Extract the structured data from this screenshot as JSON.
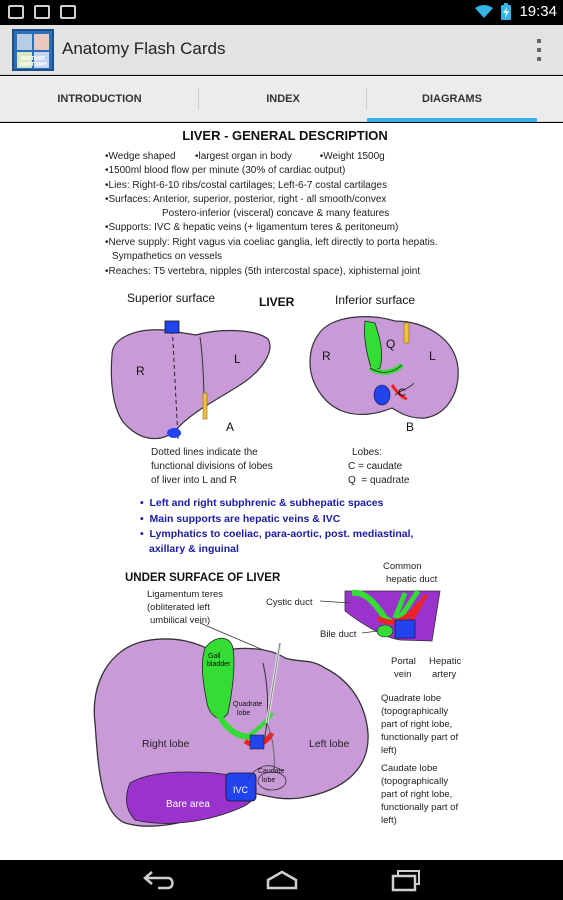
{
  "status": {
    "time": "19:34"
  },
  "app": {
    "title": "Anatomy Flash Cards",
    "icon_label": "INSTANT ANATOMY"
  },
  "tabs": [
    {
      "label": "INTRODUCTION"
    },
    {
      "label": "INDEX"
    },
    {
      "label": "DIAGRAMS",
      "active": true
    }
  ],
  "diagram": {
    "title": "LIVER - GENERAL DESCRIPTION",
    "bullets": [
      "•Wedge shaped       •largest organ in body          •Weight 1500g",
      "•1500ml blood flow per minute (30% of cardiac output)",
      "•Lies: Right-6-10 ribs/costal cartilages; Left-6-7 costal cartilages",
      "•Surfaces: Anterior, superior, posterior, right - all smooth/convex",
      "Postero-inferior (visceral) concave & many features",
      "•Supports: IVC & hepatic veins (+ ligamentum teres & peritoneum)",
      "•Nerve supply: Right vagus via coeliac ganglia, left directly to porta hepatis.",
      "Sympathetics on vessels",
      "•Reaches: T5 vertebra, nipples (5th intercostal space), xiphisternal joint"
    ],
    "fig1": {
      "superior_surface": "Superior surface",
      "liver": "LIVER",
      "inferior_surface": "Inferior surface",
      "r": "R",
      "l": "L",
      "a": "A",
      "r2": "R",
      "q": "Q",
      "l2": "L",
      "c": "C",
      "b": "B",
      "dotted_note": [
        "Dotted lines indicate the",
        "functional divisions of lobes",
        "of liver into L and R"
      ],
      "lobes_note": [
        "Lobes:",
        "C = caudate",
        "Q  = quadrate"
      ]
    },
    "blue_bullets": [
      "•  Left and right subphrenic & subhepatic spaces",
      "•  Main supports are hepatic veins & IVC",
      "•  Lymphatics to coeliac, para-aortic, post. mediastinal,",
      "axillary & inguinal"
    ],
    "fig2": {
      "heading": "UNDER SURFACE OF LIVER",
      "lig_teres": [
        "Ligamentum teres",
        "(obliterated left",
        "umbilical vein)"
      ],
      "common_hepatic_duct": [
        "Common",
        "hepatic duct"
      ],
      "cystic_duct": "Cystic duct",
      "bile_duct": "Bile duct",
      "portal_vein": [
        "Portal",
        "vein"
      ],
      "hepatic_artery": [
        "Hepatic",
        "artery"
      ],
      "gall_bladder": [
        "Gall",
        "bladder"
      ],
      "quadrate_lobe_inner": [
        "Quadrate",
        "lobe"
      ],
      "caudate_lobe_inner": [
        "Caudate",
        "lobe"
      ],
      "right_lobe": "Right lobe",
      "left_lobe": "Left lobe",
      "bare_area": "Bare area",
      "ivc": "IVC",
      "quadrate_note": [
        "Quadrate lobe",
        "(topographically",
        "part of right lobe,",
        "functionally part of",
        "left)"
      ],
      "caudate_note": [
        "Caudate lobe",
        "(topographically",
        "part of right lobe,",
        "functionally part of",
        "left)"
      ]
    }
  },
  "colors": {
    "accent": "#33b5e5",
    "liver": "#c99ad8",
    "gall": "#33dd33",
    "artery": "#ee2222",
    "vein": "#2244ee",
    "bare_area": "#9933cc",
    "blue_text": "#1a1aa6"
  }
}
